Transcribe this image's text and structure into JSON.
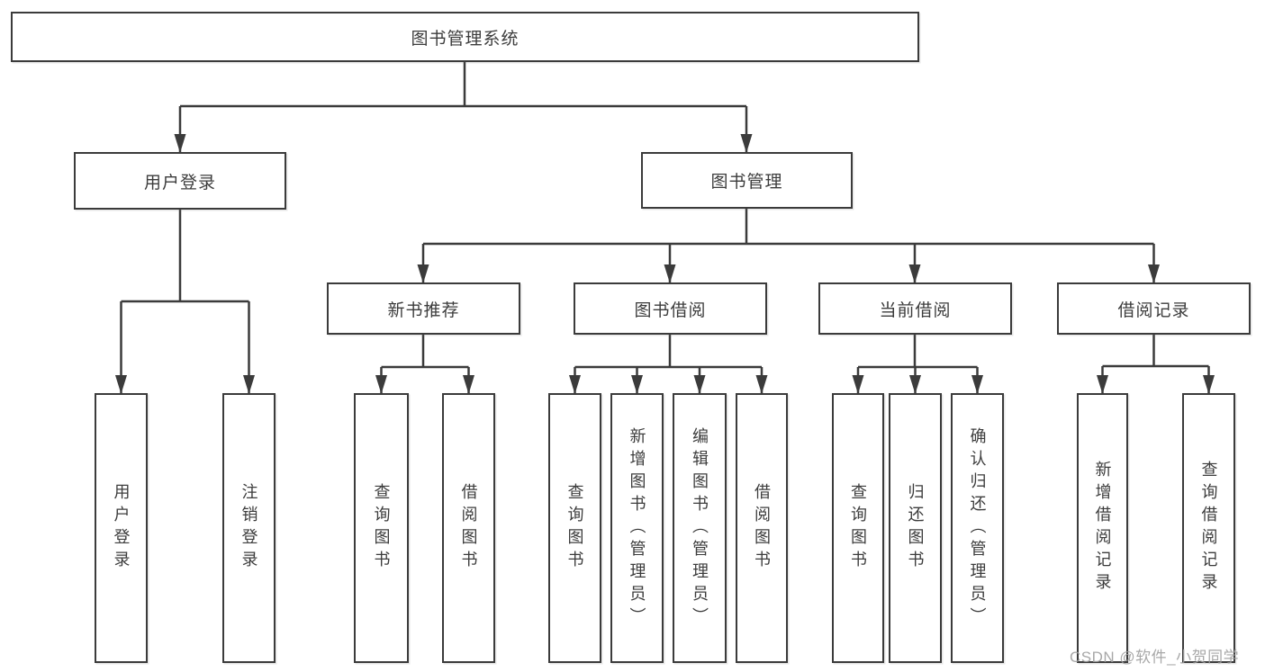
{
  "tree": {
    "label": "图书管理系统",
    "children": [
      {
        "label": "用户登录",
        "children": [
          {
            "label": "用户登录"
          },
          {
            "label": "注销登录"
          }
        ]
      },
      {
        "label": "图书管理",
        "children": [
          {
            "label": "新书推荐",
            "children": [
              {
                "label": "查询图书"
              },
              {
                "label": "借阅图书"
              }
            ]
          },
          {
            "label": "图书借阅",
            "children": [
              {
                "label": "查询图书"
              },
              {
                "label": "新增图书（管理员）"
              },
              {
                "label": "编辑图书（管理员）"
              },
              {
                "label": "借阅图书"
              }
            ]
          },
          {
            "label": "当前借阅",
            "children": [
              {
                "label": "查询图书"
              },
              {
                "label": "归还图书"
              },
              {
                "label": "确认归还（管理员）"
              }
            ]
          },
          {
            "label": "借阅记录",
            "children": [
              {
                "label": "新增借阅记录"
              },
              {
                "label": "查询借阅记录"
              }
            ]
          }
        ]
      }
    ]
  },
  "watermark": {
    "text": "CSDN @软件_小贺同学"
  },
  "colors": {
    "line": "#3b3b3b",
    "text": "#3c3c3c",
    "watermark": "#9e9e9e",
    "background": "#ffffff"
  }
}
